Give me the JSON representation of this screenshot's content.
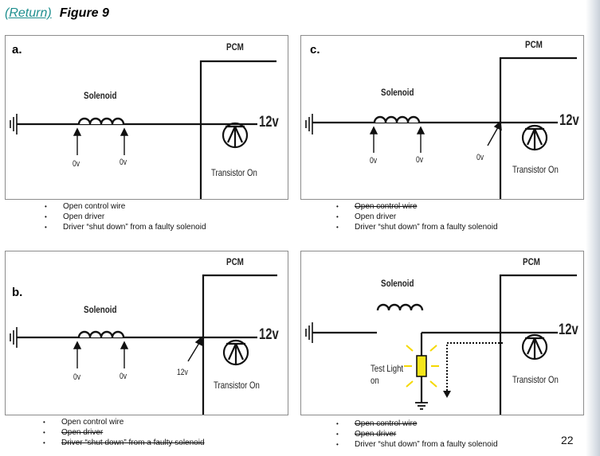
{
  "header": {
    "return_link": "(Return)",
    "figure_title": "Figure 9"
  },
  "labels": {
    "pcm": "PCM",
    "solenoid": "Solenoid",
    "twelve_v": "12v",
    "zero_v": "0v",
    "transistor_on": "Transistor On",
    "test_light_line1": "Test Light",
    "test_light_line2": "on"
  },
  "panels": [
    {
      "letter": "a.",
      "bullets": [
        {
          "text": "Open control wire",
          "strike": false
        },
        {
          "text": "Open driver",
          "strike": false
        },
        {
          "text": "Driver “shut down”  from a faulty solenoid",
          "strike": false
        }
      ]
    },
    {
      "letter": "c.",
      "bullets": [
        {
          "text": "Open control wire",
          "strike": true
        },
        {
          "text": "Open driver",
          "strike": false
        },
        {
          "text": "Driver “shut down”  from a faulty solenoid",
          "strike": false
        }
      ]
    },
    {
      "letter": "b.",
      "bullets": [
        {
          "text": "Open control wire",
          "strike": false
        },
        {
          "text": "Open driver",
          "strike": true
        },
        {
          "text": "Driver “shut down”  from a faulty solenoid",
          "strike": true
        }
      ]
    },
    {
      "letter": "",
      "bullets": [
        {
          "text": "Open control wire",
          "strike": true
        },
        {
          "text": "Open driver",
          "strike": true
        },
        {
          "text": "Driver “shut down”  from a faulty solenoid",
          "strike": false
        }
      ]
    }
  ],
  "page_number": "22",
  "colors": {
    "link": "#1f8f8f",
    "test_light": "#f5e61a",
    "glow": "#f5d800"
  }
}
